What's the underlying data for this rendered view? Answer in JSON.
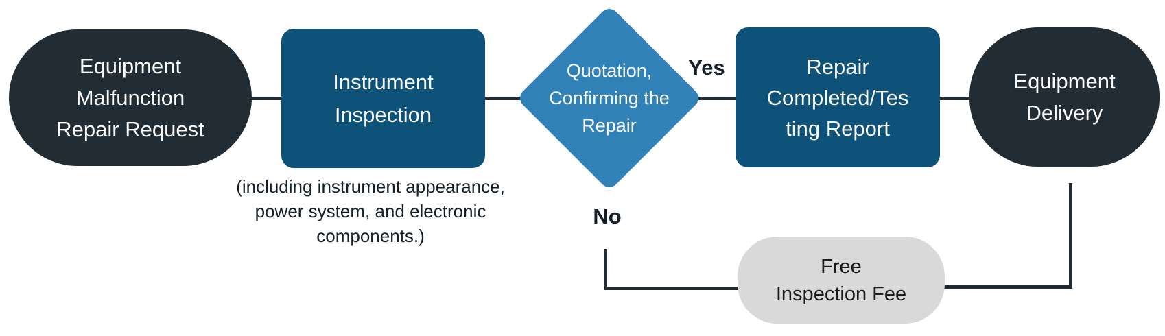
{
  "flowchart": {
    "nodes": {
      "start": {
        "type": "terminator",
        "lines": [
          "Equipment",
          "Malfunction",
          "Repair Request"
        ]
      },
      "inspect": {
        "type": "process",
        "lines": [
          "Instrument",
          "Inspection"
        ]
      },
      "decision": {
        "type": "decision",
        "lines": [
          "Quotation,",
          "Confirming the",
          "Repair"
        ]
      },
      "report": {
        "type": "process",
        "lines": [
          "Repair",
          "Completed/Tes",
          "ting Report"
        ]
      },
      "delivery": {
        "type": "terminator",
        "lines": [
          "Equipment",
          "Delivery"
        ]
      },
      "free_fee": {
        "type": "terminator",
        "lines": [
          "Free",
          "Inspection Fee"
        ]
      }
    },
    "edge_labels": {
      "yes": "Yes",
      "no": "No"
    },
    "caption": {
      "lines": [
        "(including instrument appearance,",
        "power system, and electronic",
        "components.)"
      ]
    },
    "colors": {
      "dark": "#212c34",
      "process_blue": "#0e5179",
      "decision_blue": "#2f81b8",
      "gray": "#d9d9d9",
      "text_light": "#fafafa",
      "text_dark": "#16202a"
    }
  }
}
